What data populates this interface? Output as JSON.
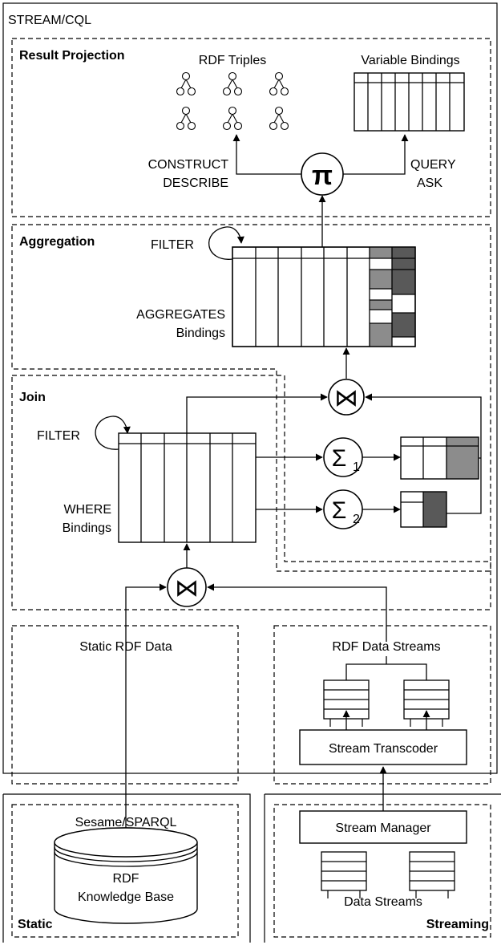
{
  "outer_label": "STREAM/CQL",
  "sections": {
    "result_projection": "Result Projection",
    "aggregation": "Aggregation",
    "join": "Join",
    "static": "Static",
    "streaming": "Streaming"
  },
  "result": {
    "rdf_triples": "RDF Triples",
    "variable_bindings": "Variable Bindings",
    "construct": "CONSTRUCT",
    "describe": "DESCRIBE",
    "query": "QUERY",
    "ask": "ASK",
    "projection_symbol": "π"
  },
  "aggregation": {
    "filter": "FILTER",
    "aggregates": "AGGREGATES",
    "bindings": "Bindings"
  },
  "join": {
    "filter": "FILTER",
    "where": "WHERE",
    "bindings": "Bindings",
    "join_symbol": "⋈",
    "sigma": "Σ",
    "sigma_sub_1": "1",
    "sigma_sub_2": "2"
  },
  "static": {
    "static_rdf_data": "Static RDF Data",
    "sesame": "Sesame/SPARQL",
    "rdf": "RDF",
    "knowledge_base": "Knowledge Base"
  },
  "streaming": {
    "rdf_data_streams": "RDF Data Streams",
    "stream_transcoder": "Stream Transcoder",
    "stream_manager": "Stream Manager",
    "data_streams": "Data Streams"
  },
  "colors": {
    "dark_gray": "#595959",
    "mid_gray": "#8c8c8c",
    "line": "#000000"
  }
}
